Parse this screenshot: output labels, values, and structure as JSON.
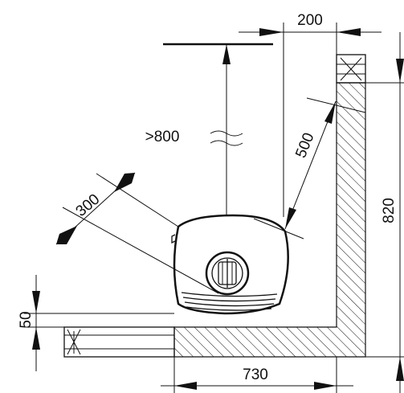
{
  "dimensions": {
    "side_clearance": "200",
    "rear_height": "820",
    "front_clearance": ">800",
    "corner_clearance": "500",
    "diagonal_clearance": "300",
    "floor_offset": "50",
    "base_width": "730"
  },
  "colors": {
    "line": "#111111",
    "background": "#ffffff"
  }
}
